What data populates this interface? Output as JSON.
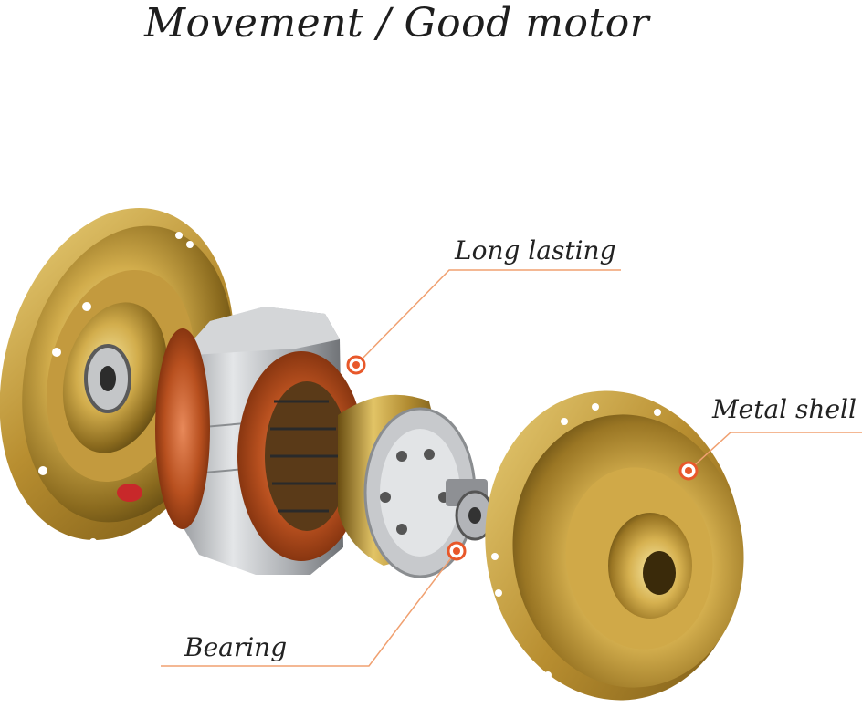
{
  "title": "Movement / Good motor",
  "callouts": {
    "long_lasting": "Long lasting",
    "metal_shell": "Metal shell",
    "bearing": "Bearing"
  },
  "colors": {
    "callout_line": "#f0a070",
    "callout_dot": "#e8582a",
    "gold": "#c9a544",
    "copper": "#c8602c",
    "steel": "#b8babd"
  }
}
